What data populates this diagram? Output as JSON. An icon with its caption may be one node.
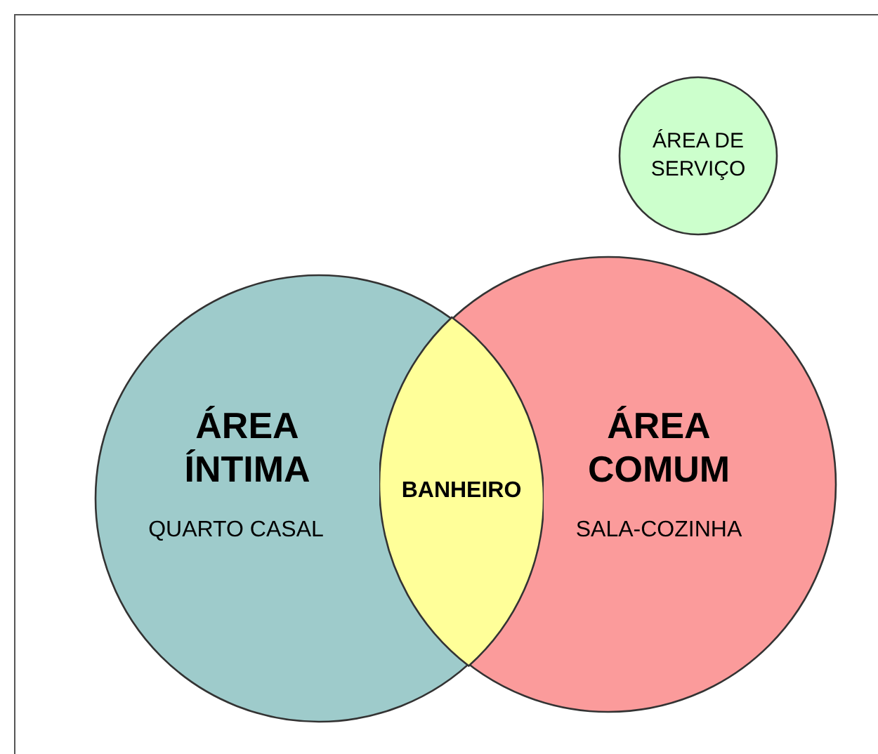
{
  "diagram": {
    "nodes": [
      {
        "text": [
          "ÁREA ÍNTIMA",
          "QUARTO CASAL"
        ]
      },
      {
        "text": [
          "ÁREA COMUM",
          "SALA-COZINHA"
        ]
      },
      {
        "text": [
          "BANHEIRO"
        ]
      },
      {
        "text": [
          "ÁREA DE SERVIÇO"
        ]
      }
    ],
    "edges": []
  }
}
